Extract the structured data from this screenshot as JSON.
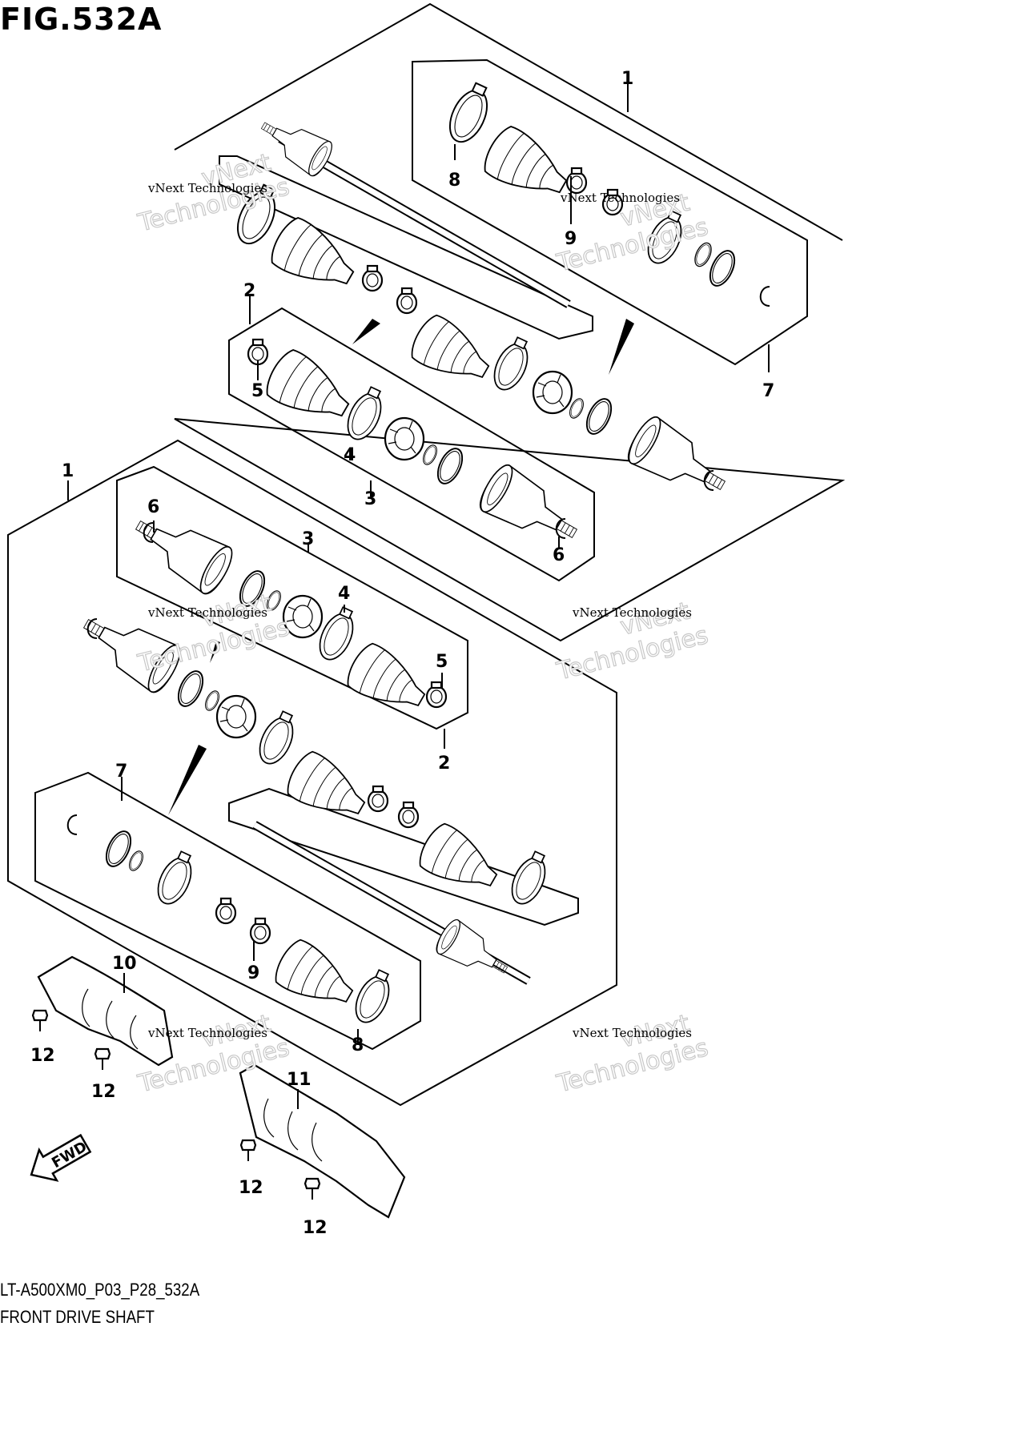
{
  "figure": {
    "title": "FIG.532A"
  },
  "footer": {
    "code": "LT-A500XM0_P03_P28_532A",
    "name": "FRONT DRIVE SHAFT"
  },
  "direction_label": "FWD",
  "watermark": {
    "line1": "vNext Technologies",
    "line2": "Technologies",
    "accent": "vNext"
  },
  "callouts": [
    "1",
    "7",
    "8",
    "9",
    "2",
    "5",
    "4",
    "3",
    "6",
    "1",
    "6",
    "3",
    "4",
    "5",
    "2",
    "7",
    "9",
    "8",
    "10",
    "11",
    "12",
    "12",
    "12",
    "12"
  ],
  "colors": {
    "ink": "#000000",
    "paper": "#ffffff",
    "watermark": "#c8c8c8"
  }
}
